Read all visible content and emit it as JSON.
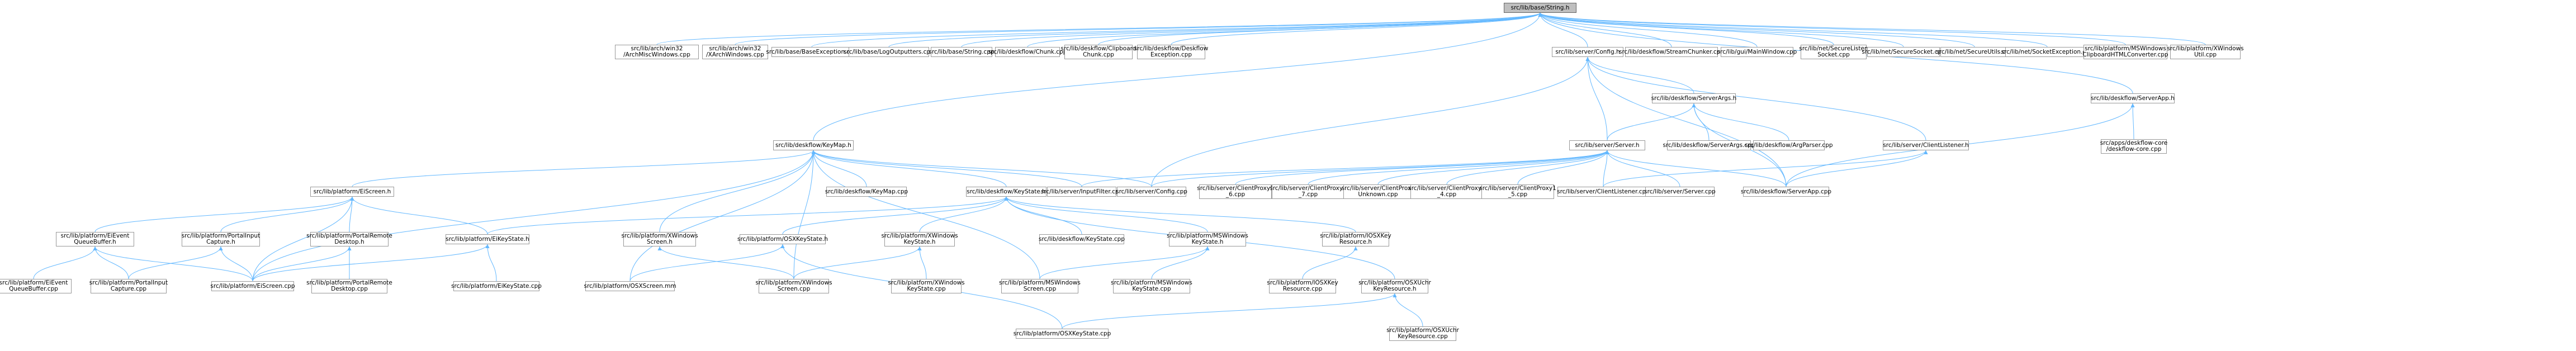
{
  "graph": {
    "root": "src/lib/base/String.h",
    "nodes": {
      "string_h": "src/lib/base/String.h",
      "win_arch_misc": "src/lib/arch/win32\n/ArchMiscWindows.cpp",
      "win_xarch": "src/lib/arch/win32\n/XArchWindows.cpp",
      "base_exc": "src/lib/base/BaseException.cpp",
      "log_out": "src/lib/base/LogOutputters.cpp",
      "string_cpp": "src/lib/base/String.cpp",
      "chunk_cpp": "src/lib/deskflow/Chunk.cpp",
      "clip_chunk": "src/lib/deskflow/Clipboard\nChunk.cpp",
      "desk_exc": "src/lib/deskflow/Deskflow\nException.cpp",
      "config_h": "src/lib/server/Config.h",
      "stream_chunker": "src/lib/deskflow/StreamChunker.cpp",
      "mainwindow": "src/lib/gui/MainWindow.cpp",
      "secure_listen": "src/lib/net/SecureListen\nSocket.cpp",
      "secure_socket": "src/lib/net/SecureSocket.cpp",
      "secure_utils": "src/lib/net/SecureUtils.cpp",
      "socket_exc": "src/lib/net/SocketException.cpp",
      "ms_clip_html": "src/lib/platform/MSWindows\nClipboardHTMLConverter.cpp",
      "xwin_util": "src/lib/platform/XWindows\nUtil.cpp",
      "serverargs_h": "src/lib/deskflow/ServerArgs.h",
      "serverapp_h": "src/lib/deskflow/ServerApp.h",
      "apps_core": "src/apps/deskflow-core\n/deskflow-core.cpp",
      "keymap_h": "src/lib/deskflow/KeyMap.h",
      "server_h": "src/lib/server/Server.h",
      "serverargs_cpp": "src/lib/deskflow/ServerArgs.cpp",
      "argparser": "src/lib/deskflow/ArgParser.cpp",
      "clientlistener_h": "src/lib/server/ClientListener.h",
      "ei_screen_h": "src/lib/platform/EiScreen.h",
      "keymap_cpp": "src/lib/deskflow/KeyMap.cpp",
      "keystate_h": "src/lib/deskflow/KeyState.h",
      "inputfilter": "src/lib/server/InputFilter.cpp",
      "config_cpp": "src/lib/server/Config.cpp",
      "cp6": "src/lib/server/ClientProxy1\n_6.cpp",
      "cp7": "src/lib/server/ClientProxy1\n_7.cpp",
      "cpu": "src/lib/server/ClientProxy\nUnknown.cpp",
      "cp4": "src/lib/server/ClientProxy1\n_4.cpp",
      "cp5": "src/lib/server/ClientProxy1\n_5.cpp",
      "clientlistener_cpp": "src/lib/server/ClientListener.cpp",
      "server_cpp": "src/lib/server/Server.cpp",
      "serverapp_cpp": "src/lib/deskflow/ServerApp.cpp",
      "ei_event_h": "src/lib/platform/EiEvent\nQueueBuffer.h",
      "portal_input_h": "src/lib/platform/PortalInput\nCapture.h",
      "portal_remote_h": "src/lib/platform/PortalRemote\nDesktop.h",
      "ei_keystate_h": "src/lib/platform/EiKeyState.h",
      "xwin_screen_h": "src/lib/platform/XWindows\nScreen.h",
      "osx_keystate_h": "src/lib/platform/OSXKeyState.h",
      "xwin_keystate_h": "src/lib/platform/XWindows\nKeyState.h",
      "keystate_cpp": "src/lib/deskflow/KeyState.cpp",
      "ms_keystate_h": "src/lib/platform/MSWindows\nKeyState.h",
      "ios_res_h": "src/lib/platform/IOSXKey\nResource.h",
      "osx_uchr_h": "src/lib/platform/OSXUchr\nKeyResource.h",
      "ei_event_cpp": "src/lib/platform/EiEvent\nQueueBuffer.cpp",
      "portal_input_cpp": "src/lib/platform/PortalInput\nCapture.cpp",
      "ei_screen_cpp": "src/lib/platform/EiScreen.cpp",
      "portal_remote_cpp": "src/lib/platform/PortalRemote\nDesktop.cpp",
      "ei_keystate_cpp": "src/lib/platform/EiKeyState.cpp",
      "osx_screen_mm": "src/lib/platform/OSXScreen.mm",
      "xwin_screen_cpp": "src/lib/platform/XWindows\nScreen.cpp",
      "xwin_keystate_cpp": "src/lib/platform/XWindows\nKeyState.cpp",
      "ms_screen_cpp": "src/lib/platform/MSWindows\nScreen.cpp",
      "ms_keystate_cpp": "src/lib/platform/MSWindows\nKeyState.cpp",
      "ios_res_cpp": "src/lib/platform/IOSXKey\nResource.cpp",
      "osx_uchr_cpp": "src/lib/platform/OSXUchr\nKeyResource.cpp",
      "osx_keystate_cpp": "src/lib/platform/OSXKeyState.cpp"
    },
    "edges": [
      [
        "string_h",
        "win_arch_misc"
      ],
      [
        "string_h",
        "win_xarch"
      ],
      [
        "string_h",
        "base_exc"
      ],
      [
        "string_h",
        "log_out"
      ],
      [
        "string_h",
        "string_cpp"
      ],
      [
        "string_h",
        "chunk_cpp"
      ],
      [
        "string_h",
        "clip_chunk"
      ],
      [
        "string_h",
        "desk_exc"
      ],
      [
        "string_h",
        "config_h"
      ],
      [
        "string_h",
        "stream_chunker"
      ],
      [
        "string_h",
        "mainwindow"
      ],
      [
        "string_h",
        "secure_listen"
      ],
      [
        "string_h",
        "secure_socket"
      ],
      [
        "string_h",
        "secure_utils"
      ],
      [
        "string_h",
        "socket_exc"
      ],
      [
        "string_h",
        "ms_clip_html"
      ],
      [
        "string_h",
        "xwin_util"
      ],
      [
        "string_h",
        "keymap_h"
      ],
      [
        "string_h",
        "serverapp_h"
      ],
      [
        "config_h",
        "serverargs_h"
      ],
      [
        "config_h",
        "server_h"
      ],
      [
        "config_h",
        "clientlistener_h"
      ],
      [
        "config_h",
        "config_cpp"
      ],
      [
        "config_h",
        "serverapp_cpp"
      ],
      [
        "serverargs_h",
        "serverargs_cpp"
      ],
      [
        "serverargs_h",
        "argparser"
      ],
      [
        "serverargs_h",
        "server_h"
      ],
      [
        "serverargs_h",
        "serverapp_cpp"
      ],
      [
        "serverapp_h",
        "apps_core"
      ],
      [
        "serverapp_h",
        "serverapp_cpp"
      ],
      [
        "server_h",
        "inputfilter"
      ],
      [
        "server_h",
        "config_cpp"
      ],
      [
        "server_h",
        "cp6"
      ],
      [
        "server_h",
        "cp7"
      ],
      [
        "server_h",
        "cpu"
      ],
      [
        "server_h",
        "cp4"
      ],
      [
        "server_h",
        "cp5"
      ],
      [
        "server_h",
        "clientlistener_cpp"
      ],
      [
        "server_h",
        "server_cpp"
      ],
      [
        "server_h",
        "serverapp_cpp"
      ],
      [
        "clientlistener_h",
        "clientlistener_cpp"
      ],
      [
        "clientlistener_h",
        "serverapp_cpp"
      ],
      [
        "keymap_h",
        "ei_screen_h"
      ],
      [
        "keymap_h",
        "keymap_cpp"
      ],
      [
        "keymap_h",
        "keystate_h"
      ],
      [
        "keymap_h",
        "inputfilter"
      ],
      [
        "keymap_h",
        "config_cpp"
      ],
      [
        "keymap_h",
        "xwin_screen_h"
      ],
      [
        "keymap_h",
        "ei_screen_cpp"
      ],
      [
        "keymap_h",
        "osx_screen_mm"
      ],
      [
        "keymap_h",
        "xwin_screen_cpp"
      ],
      [
        "keymap_h",
        "ms_screen_cpp"
      ],
      [
        "ei_screen_h",
        "ei_event_h"
      ],
      [
        "ei_screen_h",
        "portal_input_h"
      ],
      [
        "ei_screen_h",
        "portal_remote_h"
      ],
      [
        "ei_screen_h",
        "ei_keystate_h"
      ],
      [
        "ei_screen_h",
        "ei_screen_cpp"
      ],
      [
        "ei_event_h",
        "ei_event_cpp"
      ],
      [
        "ei_event_h",
        "portal_input_cpp"
      ],
      [
        "ei_event_h",
        "ei_screen_cpp"
      ],
      [
        "portal_input_h",
        "portal_input_cpp"
      ],
      [
        "portal_input_h",
        "ei_screen_cpp"
      ],
      [
        "portal_remote_h",
        "portal_remote_cpp"
      ],
      [
        "portal_remote_h",
        "ei_screen_cpp"
      ],
      [
        "ei_keystate_h",
        "ei_keystate_cpp"
      ],
      [
        "ei_keystate_h",
        "ei_screen_cpp"
      ],
      [
        "keystate_h",
        "ei_keystate_h"
      ],
      [
        "keystate_h",
        "osx_keystate_h"
      ],
      [
        "keystate_h",
        "xwin_keystate_h"
      ],
      [
        "keystate_h",
        "keystate_cpp"
      ],
      [
        "keystate_h",
        "ms_keystate_h"
      ],
      [
        "keystate_h",
        "ios_res_h"
      ],
      [
        "keystate_h",
        "osx_uchr_h"
      ],
      [
        "xwin_screen_h",
        "xwin_screen_cpp"
      ],
      [
        "osx_keystate_h",
        "osx_screen_mm"
      ],
      [
        "osx_keystate_h",
        "osx_keystate_cpp"
      ],
      [
        "xwin_keystate_h",
        "xwin_screen_cpp"
      ],
      [
        "xwin_keystate_h",
        "xwin_keystate_cpp"
      ],
      [
        "ms_keystate_h",
        "ms_screen_cpp"
      ],
      [
        "ms_keystate_h",
        "ms_keystate_cpp"
      ],
      [
        "ios_res_h",
        "ios_res_cpp"
      ],
      [
        "osx_uchr_h",
        "osx_uchr_cpp"
      ],
      [
        "osx_uchr_h",
        "osx_keystate_cpp"
      ]
    ]
  },
  "colors": {
    "edge": "#63b8ff",
    "root_fill": "#bfbfbf",
    "node_border": "#999999",
    "root_border": "#666666"
  }
}
